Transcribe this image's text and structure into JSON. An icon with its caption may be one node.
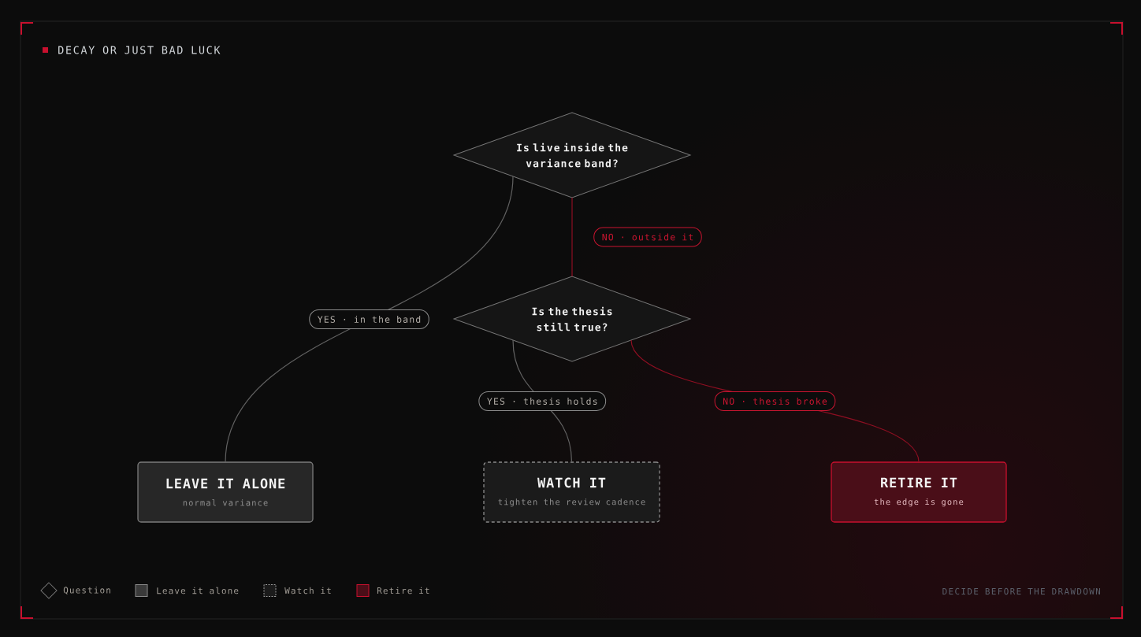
{
  "diagram": {
    "title": "DECAY OR JUST BAD LUCK",
    "nodes": [
      {
        "text": [
          "Is live inside the variance band?"
        ]
      },
      {
        "text": [
          "Is the thesis still true?"
        ]
      },
      {
        "text": [
          "LEAVE IT ALONE",
          "normal variance"
        ]
      },
      {
        "text": [
          "WATCH IT",
          "tighten the review cadence"
        ]
      },
      {
        "text": [
          "RETIRE IT",
          "the edge is gone"
        ]
      }
    ],
    "edges": [
      {
        "from": 0,
        "to": 1,
        "arrow": "none",
        "label": "NO · outside it",
        "color": "#8e0f22"
      },
      {
        "from": 0,
        "to": 2,
        "arrow": "none",
        "label": "YES · in the band"
      },
      {
        "from": 1,
        "to": 3,
        "arrow": "none",
        "label": "YES · thesis holds"
      },
      {
        "from": 1,
        "to": 4,
        "arrow": "none",
        "label": "NO · thesis broke",
        "color": "#8e0f22"
      }
    ],
    "labels": [
      "DECIDE BEFORE THE DRAWDOWN"
    ],
    "legend": [
      {
        "text": "Question"
      },
      {
        "text": "Leave it alone",
        "color": "#3a3a3a"
      },
      {
        "text": "Watch it"
      },
      {
        "text": "Retire it",
        "color": "#4a0e18"
      }
    ]
  }
}
